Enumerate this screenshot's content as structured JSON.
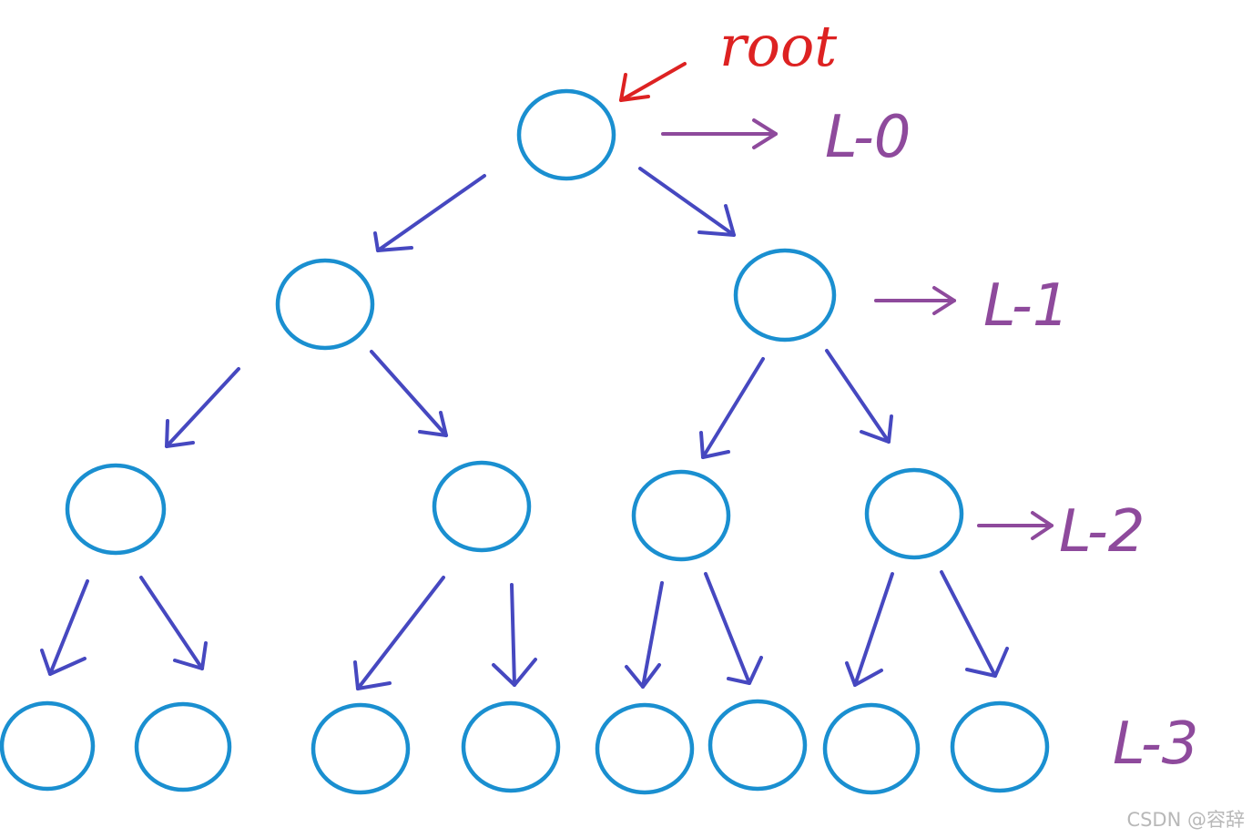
{
  "diagram": {
    "root_label": "root",
    "levels": [
      "L-0",
      "L-1",
      "L-2",
      "L-3"
    ],
    "colors": {
      "node_stroke": "#1a8fd0",
      "edge": "#4648c0",
      "level_label": "#8e4a9c",
      "root_label": "#dd2222"
    }
  },
  "watermark": "CSDN @容辞"
}
